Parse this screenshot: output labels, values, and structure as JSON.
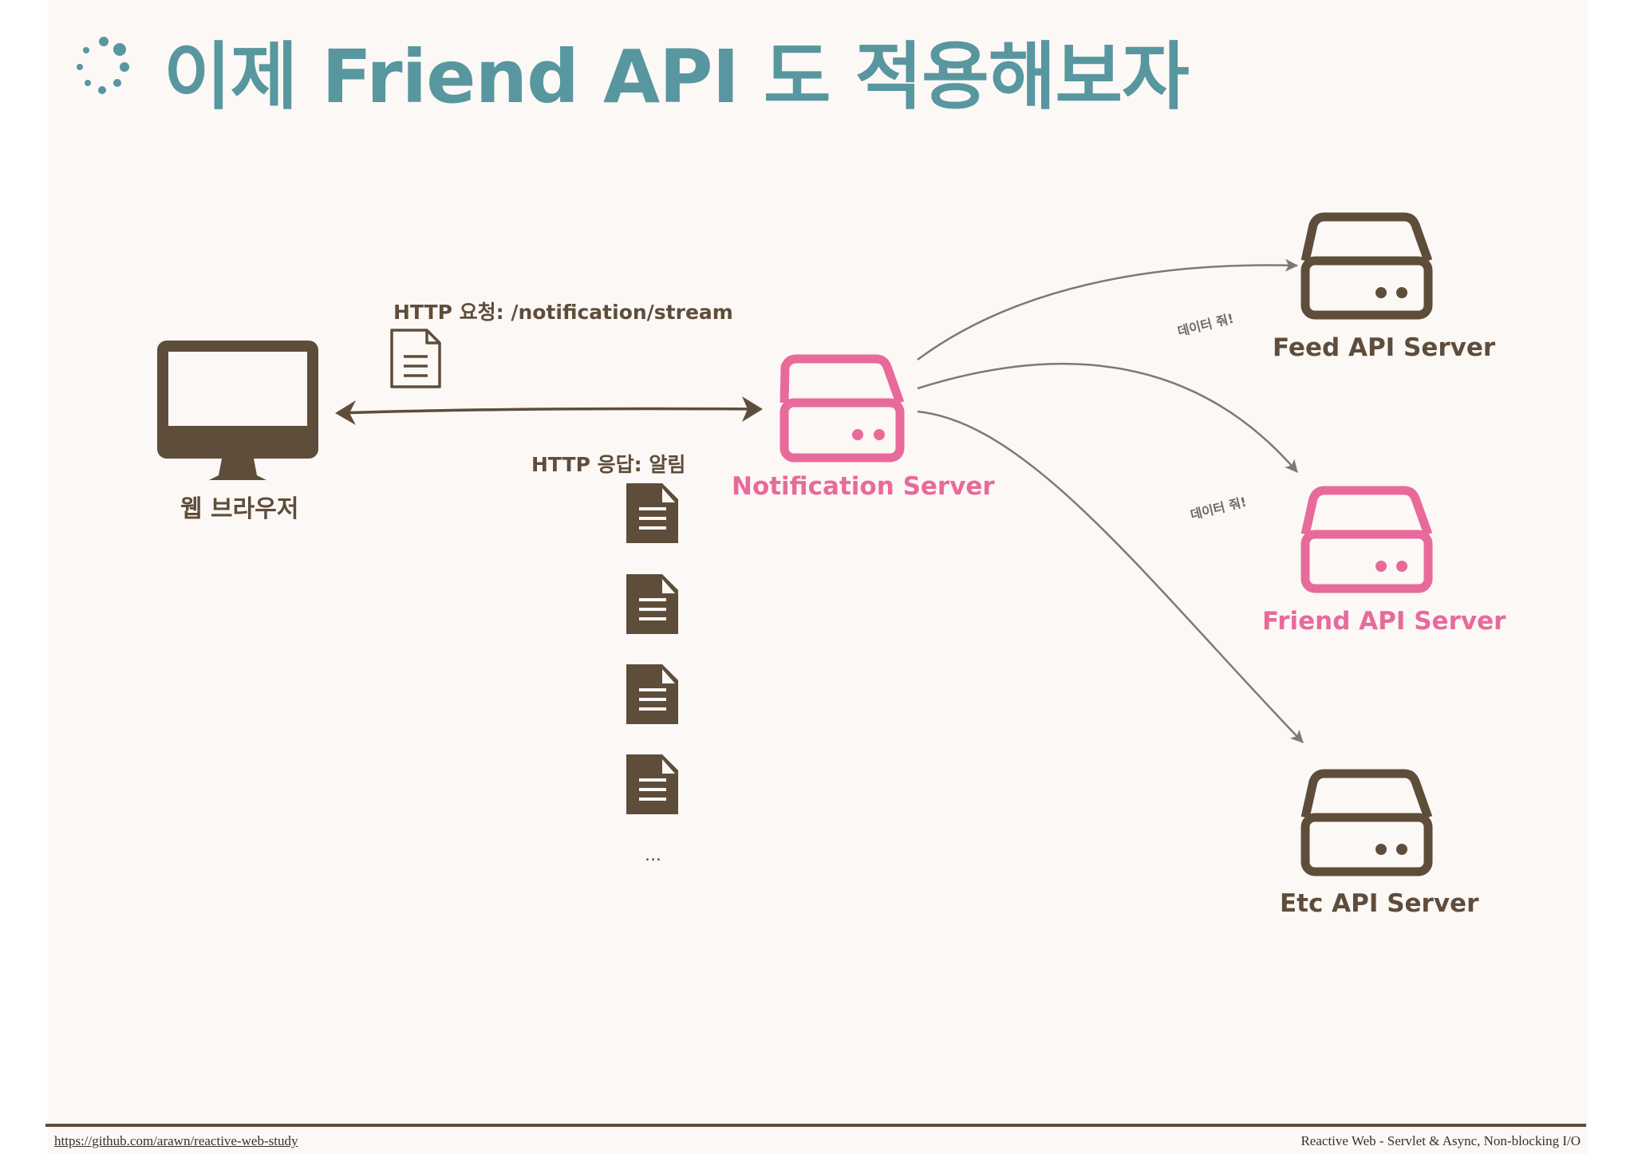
{
  "slide": {
    "title": "이제 Friend API 도 적용해보자"
  },
  "nodes": {
    "browser": {
      "label": "웹 브라우저",
      "icon": "monitor-icon"
    },
    "notification_server": {
      "label": "Notification Server",
      "icon": "server-icon"
    },
    "feed_server": {
      "label": "Feed API Server",
      "icon": "server-icon"
    },
    "friend_server": {
      "label": "Friend API Server",
      "icon": "server-icon"
    },
    "etc_server": {
      "label": "Etc API Server",
      "icon": "server-icon"
    }
  },
  "edges": {
    "http_request": "HTTP 요청: /notification/stream",
    "http_response": "HTTP 응답: 알림",
    "response_ellipsis": "...",
    "data_request_1": "데이터 줘!",
    "data_request_2": "데이터 줘!"
  },
  "footer": {
    "link": "https://github.com/arawn/reactive-web-study",
    "caption": "Reactive Web - Servlet & Async, Non-blocking I/O"
  },
  "colors": {
    "title_teal": "#58979f",
    "brown": "#5e4d3a",
    "pink": "#e86a9b",
    "arrow_gray": "#7a7a7a",
    "background": "#fcf8f6"
  }
}
